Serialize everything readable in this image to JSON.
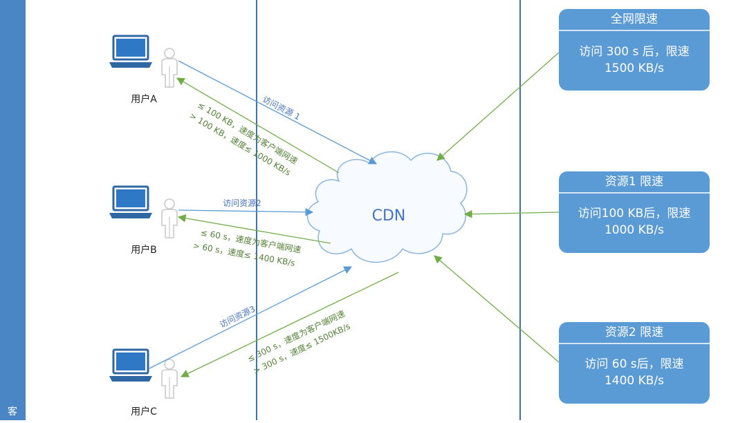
{
  "colors": {
    "sidebar": "#4a86c5",
    "divider": "#3a73ad",
    "box_fill": "#5b9bd5",
    "box_title_line": "#ffffff",
    "blue_arrow": "#5b9bd5",
    "green_arrow": "#70ad47",
    "blue_text": "#4472c4",
    "green_text": "#548235",
    "cloud_stroke": "#8ab4e0",
    "cloud_text": "#4472c4",
    "user_label": "#222222"
  },
  "sidebar": {
    "glyph": "客"
  },
  "cdn": {
    "label": "CDN"
  },
  "users": [
    {
      "label": "用户A"
    },
    {
      "label": "用户B"
    },
    {
      "label": "用户C"
    }
  ],
  "rules": [
    {
      "title": "全网限速",
      "body_line1": "访问 300 s 后，限速",
      "body_line2": "1500 KB/s"
    },
    {
      "title": "资源1 限速",
      "body_line1": "访问100 KB后，限速",
      "body_line2": "1000 KB/s"
    },
    {
      "title": "资源2 限速",
      "body_line1": "访问 60 s后，限速",
      "body_line2": "1400 KB/s"
    }
  ],
  "edges": {
    "a_request": "访问资源 1",
    "a_response_line1": "≤ 100 KB，速度为客户端网速",
    "a_response_line2": "> 100 KB，速度≤ 1000 KB/s",
    "b_request": "访问资源2",
    "b_response_line1": "≤ 60 s，速度为客户端网速",
    "b_response_line2": "> 60 s，速度≤ 1400 KB/s",
    "c_request": "访问资源3",
    "c_response_line1": "≤ 300 s，速度为客户端网速",
    "c_response_line2": "> 300 s，速度≤ 1500KB/s"
  }
}
